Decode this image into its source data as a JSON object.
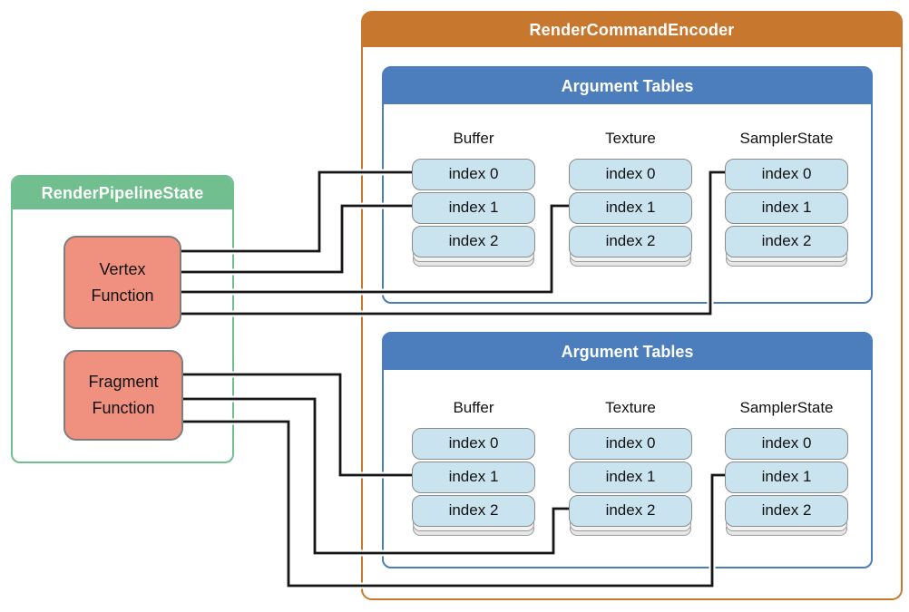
{
  "colors": {
    "encoder_accent": "#C8772E",
    "table_accent": "#4C7EBD",
    "pipeline_accent": "#71BE8F",
    "function_fill": "#F0917F",
    "slot_fill": "#C9E3EF",
    "wire_color": "#161616"
  },
  "pipeline": {
    "title": "RenderPipelineState",
    "functions": [
      {
        "label": "Vertex\nFunction"
      },
      {
        "label": "Fragment\nFunction"
      }
    ]
  },
  "encoder": {
    "title": "RenderCommandEncoder",
    "tables": [
      {
        "title": "Argument Tables",
        "columns": [
          {
            "header": "Buffer",
            "slots": [
              "index 0",
              "index 1",
              "index 2"
            ]
          },
          {
            "header": "Texture",
            "slots": [
              "index 0",
              "index 1",
              "index 2"
            ]
          },
          {
            "header": "SamplerState",
            "slots": [
              "index 0",
              "index 1",
              "index 2"
            ]
          }
        ]
      },
      {
        "title": "Argument Tables",
        "columns": [
          {
            "header": "Buffer",
            "slots": [
              "index 0",
              "index 1",
              "index 2"
            ]
          },
          {
            "header": "Texture",
            "slots": [
              "index 0",
              "index 1",
              "index 2"
            ]
          },
          {
            "header": "SamplerState",
            "slots": [
              "index 0",
              "index 1",
              "index 2"
            ]
          }
        ]
      }
    ]
  },
  "connections": [
    {
      "from": "Vertex Function",
      "to": "Argument Tables 1 / Buffer index 0"
    },
    {
      "from": "Vertex Function",
      "to": "Argument Tables 1 / Buffer index 1"
    },
    {
      "from": "Vertex Function",
      "to": "Argument Tables 1 / Texture index 1"
    },
    {
      "from": "Vertex Function",
      "to": "Argument Tables 1 / SamplerState index 0"
    },
    {
      "from": "Fragment Function",
      "to": "Argument Tables 2 / Buffer index 1"
    },
    {
      "from": "Fragment Function",
      "to": "Argument Tables 2 / Texture index 2"
    },
    {
      "from": "Fragment Function",
      "to": "Argument Tables 2 / SamplerState index 1"
    }
  ]
}
